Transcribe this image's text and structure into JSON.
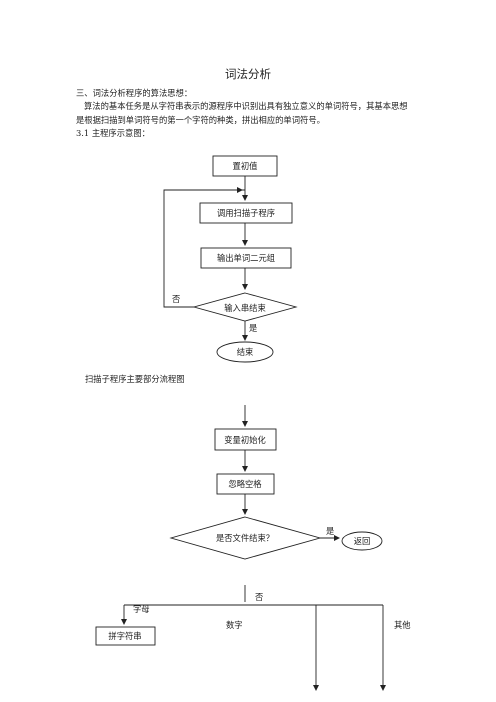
{
  "document": {
    "title": "词法分析",
    "section_heading": "三、词法分析程序的算法思想：",
    "paragraph_line1": "算法的基本任务是从字符串表示的源程序中识别出具有独立意义的单词符号，其基本思想",
    "paragraph_line2": "是根据扫描到单词符号的第一个字符的种类，拼出相应的单词符号。",
    "subsection_heading": "3.1  主程序示意图：",
    "scan_caption": "扫描子程序主要部分流程图"
  },
  "main_flow": {
    "init": "置初值",
    "call_scan": "调用扫描子程序",
    "output": "输出单词二元组",
    "decision": "输入串结束",
    "no_label": "否",
    "yes_label": "是",
    "end": "结束"
  },
  "scan_flow": {
    "var_init": "变量初始化",
    "skip_space": "忽略空格",
    "decision": "是否文件结束？",
    "yes_label": "是",
    "return": "返回",
    "no_label": "否",
    "branch_letter": "字母",
    "branch_digit": "数字",
    "branch_other": "其他",
    "concat_string": "拼字符串"
  }
}
